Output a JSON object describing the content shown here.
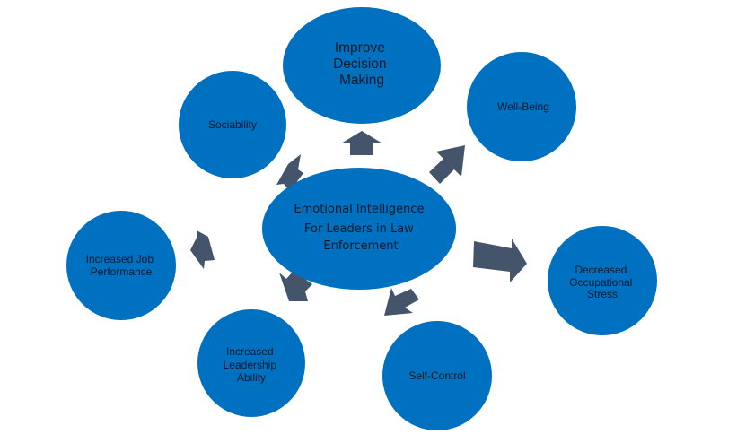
{
  "diagram": {
    "type": "radial-mind-map",
    "colors": {
      "node_fill": "#0070C0",
      "arrow_fill": "#44546A",
      "text": "#0b1a2a",
      "background": "#FFFFFF"
    },
    "center": {
      "lines": [
        "Emotional Intelligence",
        "For Leaders in Law",
        "Enforcement"
      ]
    },
    "nodes": [
      {
        "id": "improve-decision-making",
        "lines": [
          "Improve",
          "Decision",
          "Making"
        ]
      },
      {
        "id": "well-being",
        "lines": [
          "Well-Being"
        ]
      },
      {
        "id": "decreased-occupational-stress",
        "lines": [
          "Decreased",
          "Occupational",
          "Stress"
        ]
      },
      {
        "id": "self-control",
        "lines": [
          "Self-Control"
        ]
      },
      {
        "id": "increased-leadership-ability",
        "lines": [
          "Increased",
          "Leadership",
          "Ability"
        ]
      },
      {
        "id": "increased-job-performance",
        "lines": [
          "Increased Job",
          "Performance"
        ]
      },
      {
        "id": "sociability",
        "lines": [
          "Sociability"
        ]
      }
    ],
    "edges": [
      {
        "from": "center",
        "to": "improve-decision-making"
      },
      {
        "from": "center",
        "to": "well-being"
      },
      {
        "from": "center",
        "to": "decreased-occupational-stress"
      },
      {
        "from": "center",
        "to": "self-control"
      },
      {
        "from": "center",
        "to": "increased-leadership-ability"
      },
      {
        "from": "center",
        "to": "increased-job-performance"
      },
      {
        "from": "center",
        "to": "sociability"
      }
    ]
  }
}
